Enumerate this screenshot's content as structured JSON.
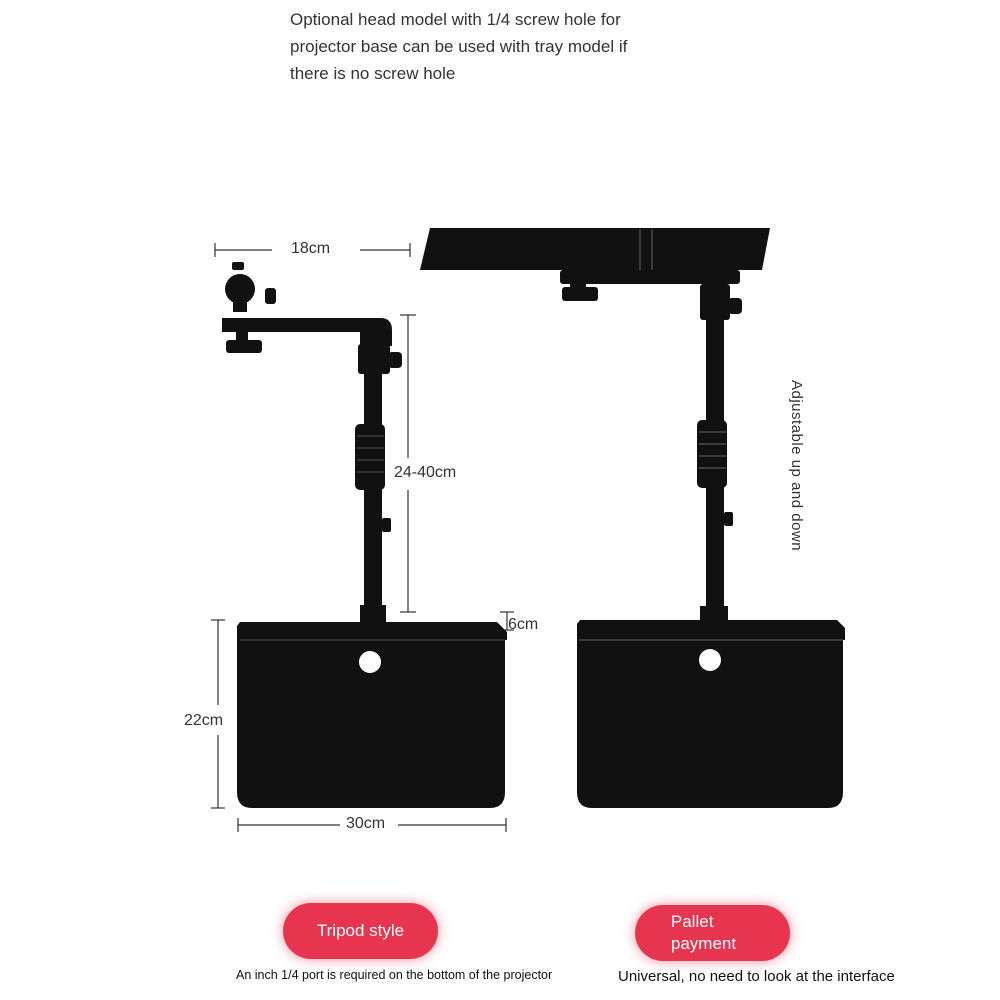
{
  "intro_lines": [
    "Optional head model with 1/4 screw hole for",
    "projector base can be used with tray model if",
    "there is no screw hole"
  ],
  "dimensions": {
    "width_head": "18cm",
    "height_range": "24-40cm",
    "tray_edge": "6cm",
    "tray_depth": "22cm",
    "tray_width": "30cm"
  },
  "side_label": "Adjustable up and down",
  "buttons": {
    "tripod": "Tripod style",
    "pallet_line1": "Pallet",
    "pallet_line2": "payment"
  },
  "captions": {
    "left": "An inch 1/4 port is required on the bottom of the projector",
    "right": "Universal, no need to look at the interface"
  },
  "colors": {
    "accent": "#e8354f",
    "product": "#111111"
  }
}
